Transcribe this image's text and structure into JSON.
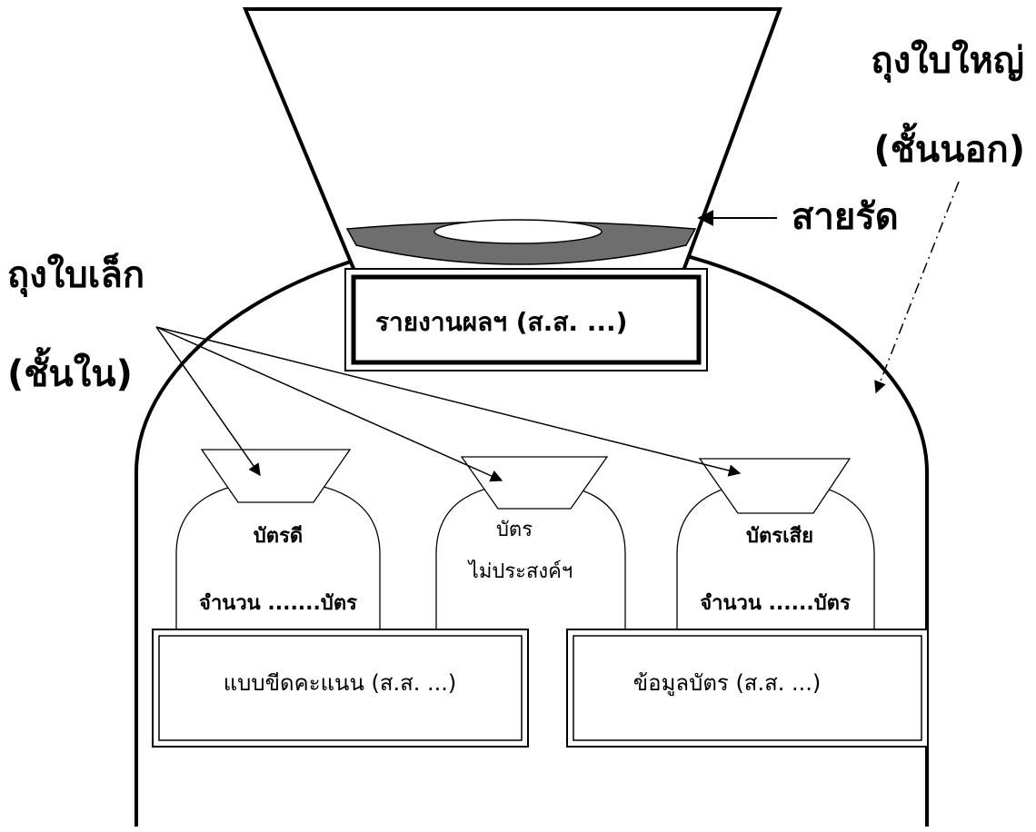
{
  "outer_bag": {
    "title": "ถุงใบใหญ่",
    "subtitle": "(ชั้นนอก)"
  },
  "tie_label": "สายรัด",
  "inner_bags_label": {
    "title": "ถุงใบเล็ก",
    "subtitle": "(ชั้นใน)"
  },
  "report_box": "รายงานผลฯ (ส.ส. ...)",
  "inner_bags": [
    {
      "line1": "บัตรดี",
      "line2": "จำนวน .......บัตร"
    },
    {
      "line1": "บัตร",
      "line2": "ไม่ประสงค์ฯ"
    },
    {
      "line1": "บัตรเสีย",
      "line2": "จำนวน ......บัตร"
    }
  ],
  "tally_form": "แบบขีดคะแนน (ส.ส. ...)",
  "ballot_info": "ข้อมูลบัตร (ส.ส. ...)",
  "colors": {
    "stroke": "#000000",
    "tie_band": "#6e6e6e",
    "background": "#ffffff"
  }
}
